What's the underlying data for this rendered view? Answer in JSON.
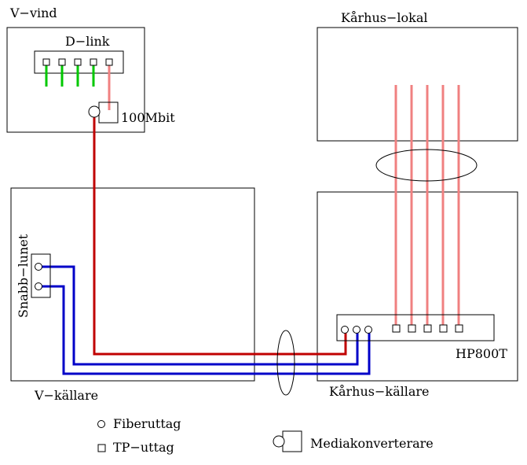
{
  "rooms": {
    "v_vind": "V−vind",
    "karhus_lokal": "Kårhus−lokal",
    "v_kallare": "V−källare",
    "karhus_kallare": "Kårhus−källare"
  },
  "devices": {
    "dlink": "D−link",
    "mbit": "100Mbit",
    "snabb_lunet": "Snabb−lunet",
    "hp800t": "HP800T"
  },
  "legend": {
    "fiber": "Fiberuttag",
    "tp": "TP−uttag",
    "media": "Mediakonverterare"
  },
  "colors": {
    "fiber_red": "#c00000",
    "fiber_blue": "#0000c8",
    "tp_green": "#00c800",
    "tp_pink": "#f08080"
  }
}
